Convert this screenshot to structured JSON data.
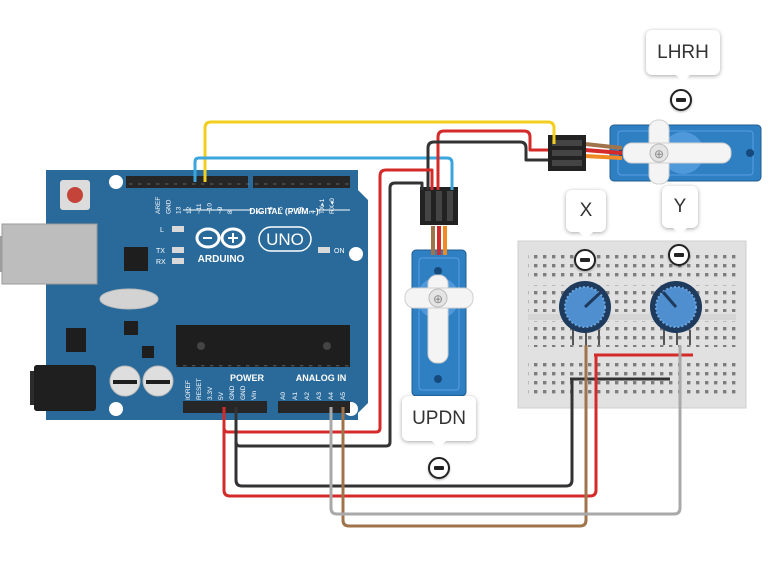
{
  "board": {
    "logo": "ARDUINO",
    "model": "UNO",
    "digital_label": "DIGITAL (PWM ~)",
    "power_label": "POWER",
    "analog_label": "ANALOG IN",
    "on_label": "ON",
    "led_l": "L",
    "led_tx": "TX",
    "led_rx": "RX",
    "digital_pins": [
      "AREF",
      "GND",
      "13",
      "12",
      "~11",
      "~10",
      "~9",
      "8",
      "7",
      "~6",
      "~5",
      "4",
      "~3",
      "2",
      "TX▸1",
      "RX◂0"
    ],
    "power_pins": [
      "IOREF",
      "RESET",
      "3.3V",
      "5V",
      "GND",
      "GND",
      "Vin"
    ],
    "analog_pins": [
      "A0",
      "A1",
      "A2",
      "A3",
      "A4",
      "A5"
    ]
  },
  "labels": {
    "lhrh": "LHRH",
    "updn": "UPDN",
    "x": "X",
    "y": "Y"
  },
  "colors": {
    "board": "#2a6a9a",
    "servo": "#2f7fc3",
    "wire_yellow": "#f2cf1f",
    "wire_blue": "#3aa6dd",
    "wire_red": "#d42a2a",
    "wire_black": "#333333",
    "wire_brown": "#a0744a",
    "wire_gray": "#a9a9a9"
  }
}
